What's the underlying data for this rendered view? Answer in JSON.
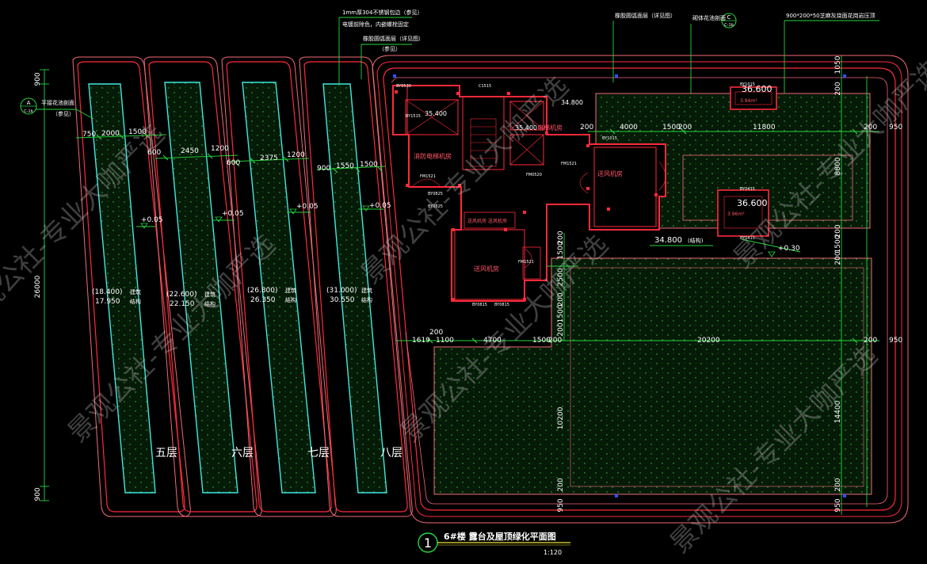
{
  "title": {
    "number": "1",
    "text": "6#楼 露台及屋顶绿化平面图",
    "scale": "1:120"
  },
  "floors": {
    "five": "五层",
    "six": "六层",
    "seven": "七层",
    "eight": "八层"
  },
  "strip_dims": {
    "five": [
      "750",
      "2000",
      "1500"
    ],
    "six": [
      "600",
      "2450",
      "1200"
    ],
    "seven": [
      "600",
      "2375",
      "1200"
    ],
    "eight": [
      "900",
      "1550",
      "1500"
    ]
  },
  "strip_levels": {
    "five": {
      "finish": "(18.400)",
      "struct": "17.950",
      "note1": "建筑",
      "note2": "结构"
    },
    "six": {
      "finish": "(22.600)",
      "struct": "22.150",
      "note1": "建筑",
      "note2": "结构"
    },
    "seven": {
      "finish": "(26.800)",
      "struct": "26.350",
      "note1": "建筑",
      "note2": "结构"
    },
    "eight": {
      "finish": "(31.000)",
      "struct": "30.550",
      "note1": "建筑",
      "note2": "结构"
    }
  },
  "elevation_mark": "+0.05",
  "left_dims": {
    "top": "900",
    "middle": "26000",
    "bottom": "900"
  },
  "callouts": {
    "rail": "1mm厚304不锈钢包边（参见）",
    "paint": "电镀前除色，内嵌螺栓固定",
    "edge_left": "橡胶圆弧面层（详见图）",
    "edge_ref": "（参见）",
    "planter_mid": "橡胶圆弧面层（详见图）",
    "planter_edge": "砌体花池剖面",
    "tree_pit": "900*200*50芝麻灰烧面花岗岩压顶",
    "section_a": "平接花池剖面",
    "section_a_ref": "（参见）",
    "marker_a": "A",
    "marker_a_sub": "C-1b",
    "marker_c": "C",
    "marker_c_sub": "C-1b"
  },
  "rooms": {
    "fire_elevator": "消防电梯机房",
    "elevator": "电梯机房",
    "vent_a": "送风机房",
    "vent_b": "送风机房",
    "shaft1": "送风机房",
    "shaft2": "送风机房"
  },
  "room_levels": {
    "lift1": "35.400",
    "lift2": "35.400",
    "lift3": "34.800",
    "roof": "34.800",
    "roof_note": "(结构)",
    "top1": "36.600",
    "top2": "36.600",
    "top_note": "3.94m²",
    "top_note2": "3.96m²",
    "plus030": "+0.30"
  },
  "door_tags": {
    "d1": "BY0530",
    "d2": "C1515",
    "d3": "FM1521",
    "d4": "FM0520",
    "d5": "BY0825",
    "d6": "FM1521",
    "d7": "BY1015",
    "d8": "BY0815",
    "d9": "BY0815",
    "d10": "FM1521",
    "d11": "BY1015",
    "d12": "BY0415",
    "d13": "BY0415",
    "d14": "BY0825",
    "d15": "BY1515"
  },
  "right_dims": {
    "top_row": [
      "200",
      "4000",
      "1500",
      "200",
      "11800",
      "200",
      "950"
    ],
    "side_upper": [
      "1050",
      "200",
      "8800",
      "200",
      "1500",
      "200"
    ],
    "mid_vertical": [
      "200",
      "1500",
      "2500",
      "200",
      "1500",
      "200"
    ],
    "bottom_row": [
      "200",
      "1619",
      "1100",
      "4700",
      "1500",
      "200",
      "20200",
      "200",
      "950"
    ],
    "side_lower": [
      "14400",
      "200",
      "950"
    ],
    "inner_lower": [
      "10200",
      "200",
      "950"
    ]
  },
  "watermark": "景观公社-专业大咖严选",
  "colors": {
    "outline_red": "#ff2a3a",
    "outline_pink": "#f26a78",
    "dim_green": "#25d63a",
    "planter_cyan": "#3fe8e0",
    "hatch_green": "#1f8a2c",
    "text_white": "#ffffff",
    "accent_yellow": "#f0e23a"
  }
}
